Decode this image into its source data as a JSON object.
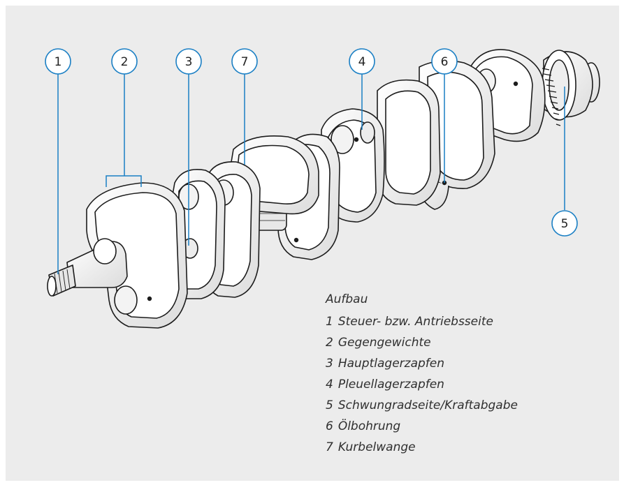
{
  "colors": {
    "panel_background": "#ececec",
    "callout_line": "#1a7fc4",
    "part_fill": "#ffffff",
    "part_outline": "#1c1c1c",
    "text": "#2f2f2f"
  },
  "icons": {
    "crankshaft": "crankshaft-drawing"
  },
  "callouts": [
    {
      "number": "1"
    },
    {
      "number": "2"
    },
    {
      "number": "3"
    },
    {
      "number": "7"
    },
    {
      "number": "4"
    },
    {
      "number": "6"
    },
    {
      "number": "5"
    }
  ],
  "legend": {
    "title": "Aufbau",
    "items": [
      {
        "number": "1",
        "label": "Steuer- bzw. Antriebsseite"
      },
      {
        "number": "2",
        "label": "Gegengewichte"
      },
      {
        "number": "3",
        "label": "Hauptlagerzapfen"
      },
      {
        "number": "4",
        "label": "Pleuellagerzapfen"
      },
      {
        "number": "5",
        "label": "Schwungradseite/Kraftabgabe"
      },
      {
        "number": "6",
        "label": "Ölbohrung"
      },
      {
        "number": "7",
        "label": "Kurbelwange"
      }
    ]
  }
}
